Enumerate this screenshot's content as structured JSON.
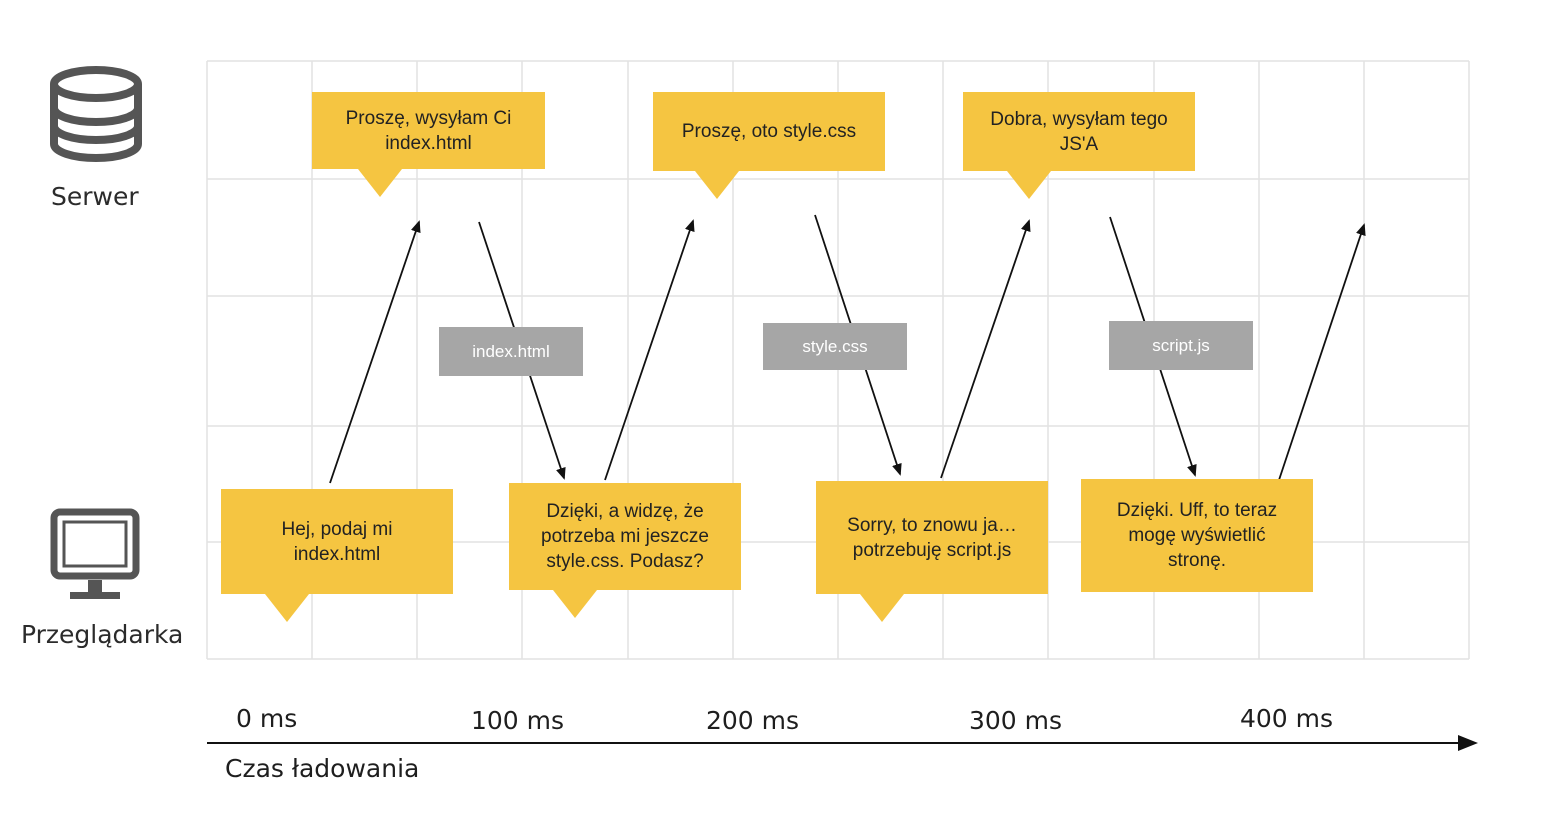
{
  "actors": {
    "server_label": "Serwer",
    "browser_label": "Przeglądarka"
  },
  "timeline": {
    "axis_title": "Czas ładowania",
    "ticks": [
      "0 ms",
      "100 ms",
      "200 ms",
      "300 ms",
      "400 ms"
    ]
  },
  "server_messages": [
    {
      "text": "Proszę, wysyłam Ci\nindex.html"
    },
    {
      "text": "Proszę, oto style.css"
    },
    {
      "text": "Dobra, wysyłam tego\nJS'A"
    }
  ],
  "browser_messages": [
    {
      "text": "Hej, podaj mi\nindex.html"
    },
    {
      "text": "Dzięki, a widzę, że\npotrzeba mi jeszcze\nstyle.css. Podasz?"
    },
    {
      "text": "Sorry, to znowu ja…\npotrzebuję script.js"
    },
    {
      "text": "Dzięki. Uff, to teraz\nmogę wyświetlić\nstronę."
    }
  ],
  "files": [
    {
      "name": "index.html"
    },
    {
      "name": "style.css"
    },
    {
      "name": "script.js"
    }
  ],
  "colors": {
    "bubble": "#f5c541",
    "file_tag": "#a6a6a6",
    "grid": "#e2e2e2",
    "arrow": "#111111",
    "icon": "#555555"
  },
  "icons": {
    "server": "database-icon",
    "browser": "monitor-icon"
  }
}
